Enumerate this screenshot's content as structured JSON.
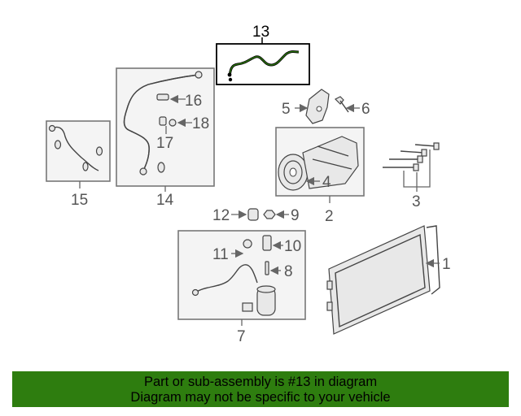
{
  "callouts": {
    "c1": "1",
    "c2": "2",
    "c3": "3",
    "c4": "4",
    "c5": "5",
    "c6": "6",
    "c7": "7",
    "c8": "8",
    "c9": "9",
    "c10": "10",
    "c11": "11",
    "c12": "12",
    "c13": "13",
    "c14": "14",
    "c15": "15",
    "c16": "16",
    "c17": "17",
    "c18": "18"
  },
  "banner": {
    "line1": "Part or sub-assembly is #13 in diagram",
    "line2": "Diagram may not be specific to your vehicle",
    "color": "#2e7d0f"
  }
}
